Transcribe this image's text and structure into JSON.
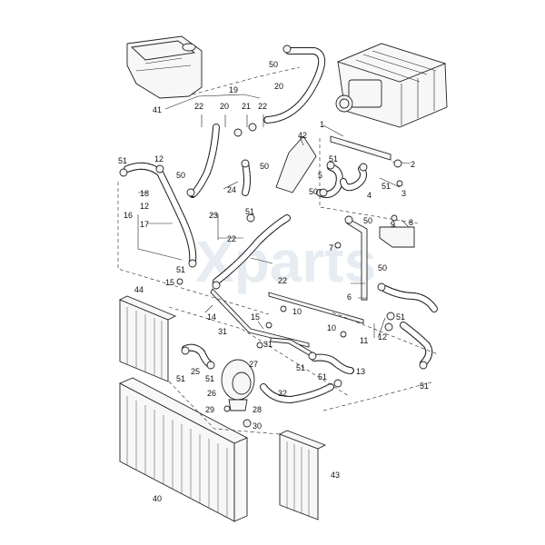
{
  "diagram": {
    "watermark": "Xparts",
    "callouts": [
      {
        "id": "c41",
        "text": "41"
      },
      {
        "id": "c50a",
        "text": "50"
      },
      {
        "id": "c20a",
        "text": "20"
      },
      {
        "id": "c19",
        "text": "19"
      },
      {
        "id": "c22a",
        "text": "22"
      },
      {
        "id": "c20b",
        "text": "20"
      },
      {
        "id": "c21",
        "text": "21"
      },
      {
        "id": "c22b",
        "text": "22"
      },
      {
        "id": "c1",
        "text": "1"
      },
      {
        "id": "c2",
        "text": "2"
      },
      {
        "id": "c42",
        "text": "42"
      },
      {
        "id": "c50b",
        "text": "50"
      },
      {
        "id": "c51a",
        "text": "51"
      },
      {
        "id": "c12a",
        "text": "12"
      },
      {
        "id": "c51b",
        "text": "51"
      },
      {
        "id": "c50c",
        "text": "50"
      },
      {
        "id": "c5",
        "text": "5"
      },
      {
        "id": "c51c",
        "text": "51"
      },
      {
        "id": "c3",
        "text": "3"
      },
      {
        "id": "c4",
        "text": "4"
      },
      {
        "id": "c50d",
        "text": "50"
      },
      {
        "id": "c18",
        "text": "18"
      },
      {
        "id": "c12b",
        "text": "12"
      },
      {
        "id": "c16",
        "text": "16"
      },
      {
        "id": "c24",
        "text": "24"
      },
      {
        "id": "c17",
        "text": "17"
      },
      {
        "id": "c23",
        "text": "23"
      },
      {
        "id": "c51d",
        "text": "51"
      },
      {
        "id": "c50e",
        "text": "50"
      },
      {
        "id": "c9",
        "text": "9"
      },
      {
        "id": "c8",
        "text": "8"
      },
      {
        "id": "c22c",
        "text": "22"
      },
      {
        "id": "c7",
        "text": "7"
      },
      {
        "id": "c51e",
        "text": "51"
      },
      {
        "id": "c22d",
        "text": "22"
      },
      {
        "id": "c15a",
        "text": "15"
      },
      {
        "id": "c50f",
        "text": "50"
      },
      {
        "id": "c44",
        "text": "44"
      },
      {
        "id": "c6",
        "text": "6"
      },
      {
        "id": "c10a",
        "text": "10"
      },
      {
        "id": "c14",
        "text": "14"
      },
      {
        "id": "c15b",
        "text": "15"
      },
      {
        "id": "c51f",
        "text": "51"
      },
      {
        "id": "c10b",
        "text": "10"
      },
      {
        "id": "c12c",
        "text": "12"
      },
      {
        "id": "c11",
        "text": "11"
      },
      {
        "id": "c31a",
        "text": "31"
      },
      {
        "id": "c31b",
        "text": "31"
      },
      {
        "id": "c25",
        "text": "25"
      },
      {
        "id": "c27",
        "text": "27"
      },
      {
        "id": "c51g",
        "text": "51"
      },
      {
        "id": "c51h",
        "text": "51"
      },
      {
        "id": "c51i",
        "text": "51"
      },
      {
        "id": "c13",
        "text": "13"
      },
      {
        "id": "c51j",
        "text": "51"
      },
      {
        "id": "c51k",
        "text": "51"
      },
      {
        "id": "c26",
        "text": "26"
      },
      {
        "id": "c32",
        "text": "32"
      },
      {
        "id": "c29",
        "text": "29"
      },
      {
        "id": "c28",
        "text": "28"
      },
      {
        "id": "c30",
        "text": "30"
      },
      {
        "id": "c40",
        "text": "40"
      },
      {
        "id": "c43",
        "text": "43"
      }
    ]
  }
}
